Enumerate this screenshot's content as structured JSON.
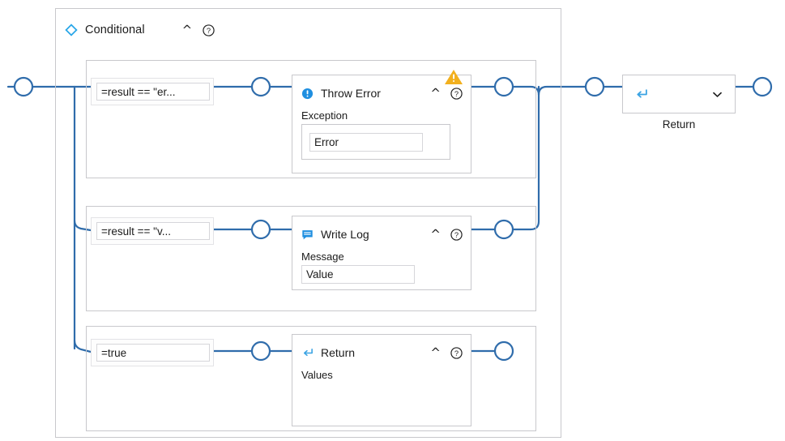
{
  "diagram": {
    "type": "workflow-conditional",
    "colors": {
      "wire": "#2f6cab",
      "node_border": "#c8c8cc",
      "accent_blue": "#1f8fe0",
      "diamond_blue": "#2ba7e8",
      "warning_amber": "#f2b01e",
      "return_arrow": "#3aa3e3",
      "text": "#1b1b1b",
      "canvas": "#ffffff"
    },
    "conditional": {
      "title": "Conditional",
      "icon": "diamond-icon",
      "collapse_icon": "chevron-up-icon",
      "help_icon": "help-icon"
    },
    "branches": [
      {
        "id": "branch-error",
        "condition": "=result == \"er...",
        "node": {
          "title": "Throw Error",
          "icon": "error-info-icon",
          "collapse_icon": "chevron-up-icon",
          "help_icon": "help-icon",
          "warning_icon": "warning-triangle-icon",
          "has_warning": true,
          "field_label": "Exception",
          "field_value": "Error",
          "field_boxed": true
        }
      },
      {
        "id": "branch-value",
        "condition": "=result == \"v...",
        "node": {
          "title": "Write Log",
          "icon": "message-icon",
          "collapse_icon": "chevron-up-icon",
          "help_icon": "help-icon",
          "has_warning": false,
          "field_label": "Message",
          "field_value": "Value",
          "field_boxed": false
        }
      },
      {
        "id": "branch-default",
        "condition": "=true",
        "node": {
          "title": "Return",
          "icon": "return-arrow-icon",
          "collapse_icon": "chevron-up-icon",
          "help_icon": "help-icon",
          "has_warning": false,
          "field_label": "Values",
          "field_value": "",
          "field_boxed": false
        }
      }
    ],
    "return_node": {
      "label": "Return",
      "icon": "return-arrow-icon",
      "expand_icon": "chevron-down-icon"
    },
    "connectors": {
      "input_port": "connector-circle",
      "output_port": "connector-circle",
      "port_count": 9
    }
  }
}
